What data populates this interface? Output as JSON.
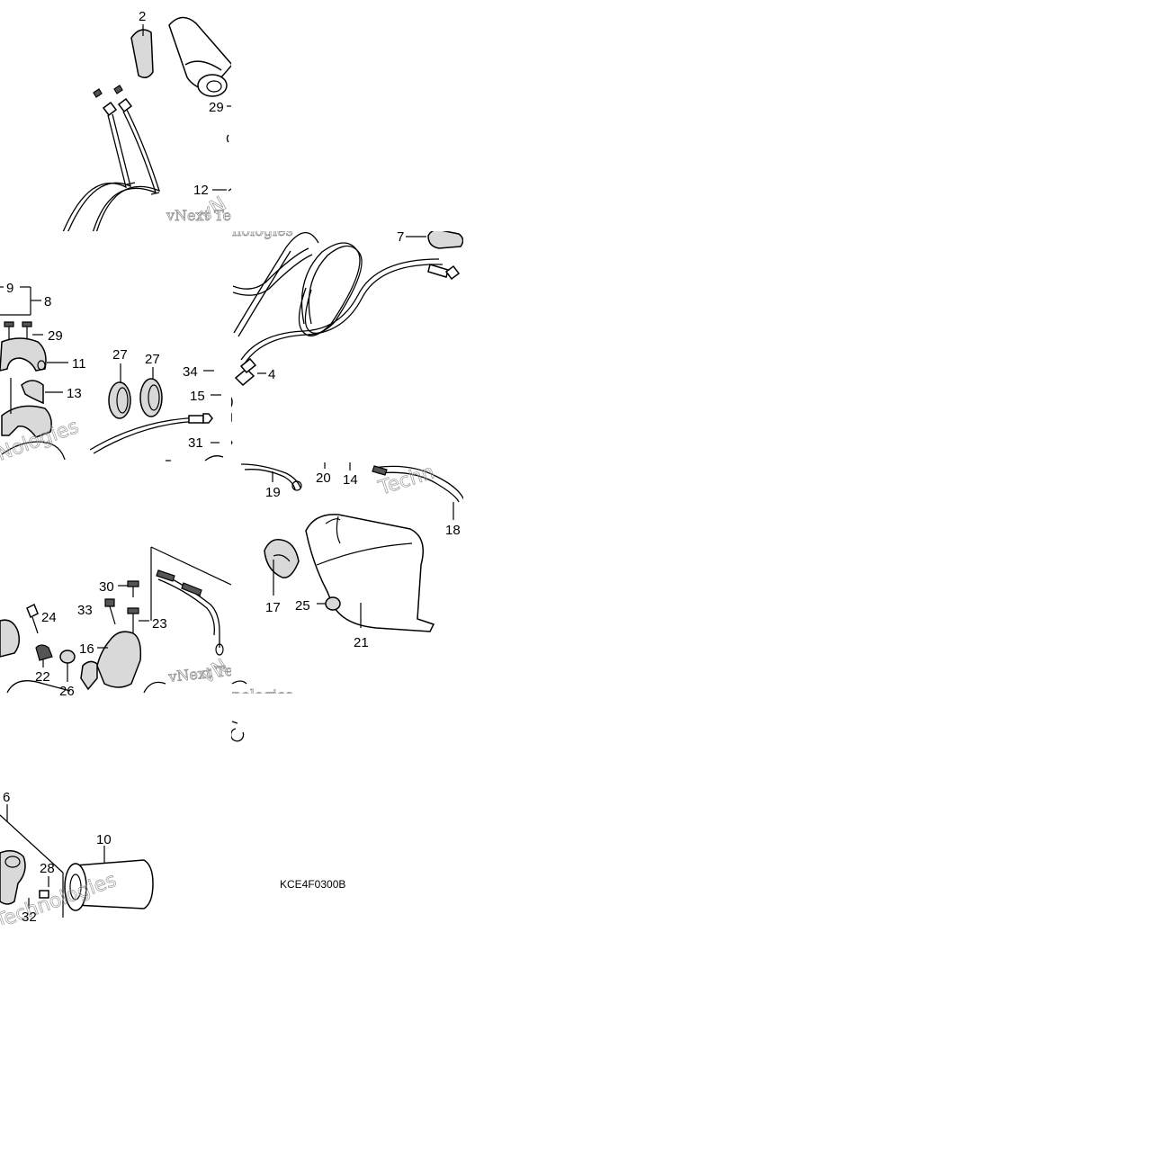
{
  "diagram": {
    "code": "KCE4F0300B",
    "watermark_lines": [
      "vNext Technologies"
    ],
    "callouts": [
      "2",
      "29",
      "12",
      "7",
      "9",
      "8",
      "29",
      "11",
      "13",
      "27",
      "27",
      "34",
      "4",
      "15",
      "31",
      "19",
      "20",
      "14",
      "18",
      "17",
      "25",
      "21",
      "30",
      "24",
      "33",
      "23",
      "16",
      "22",
      "26",
      "6",
      "10",
      "28",
      "32"
    ]
  },
  "colors": {
    "ink": "#000000",
    "paper": "#ffffff",
    "watermark": "#8a8a8a",
    "shade": "#d9d9d9"
  }
}
